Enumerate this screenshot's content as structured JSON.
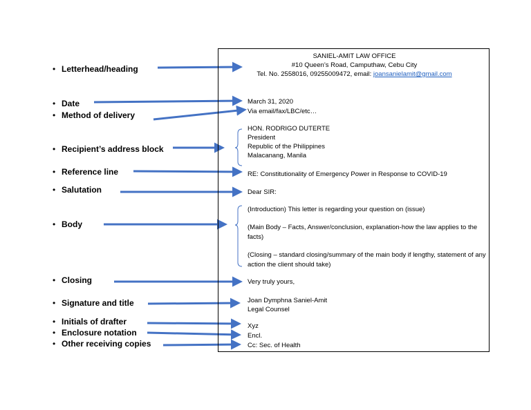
{
  "labels": [
    "Letterhead/heading",
    "Date",
    "Method of delivery",
    "Recipient’s address block",
    "Reference line",
    "Salutation",
    "Body",
    "Closing",
    "Signature and title",
    "Initials of drafter",
    "Enclosure notation",
    "Other receiving copies"
  ],
  "letter": {
    "office": "SANIEL-AMIT LAW OFFICE",
    "address": "#10 Queen’s Road, Camputhaw, Cebu City",
    "contact": "Tel. No. 2558016, 09255009472, email: ",
    "email": "joansanielamit@gmail.com",
    "date": "March 31, 2020",
    "delivery": "Via email/fax/LBC/etc…",
    "recipient_name": "HON. RODRIGO DUTERTE",
    "recipient_title": "President",
    "recipient_country": "Republic of the Philippines",
    "recipient_place": "Malacanang, Manila",
    "reference": "RE: Constitutionality of Emergency Power in Response to COVID-19",
    "salutation": "Dear SIR:",
    "body_intro": "(Introduction) This letter is regarding your question on (issue)",
    "body_main": "(Main Body – Facts, Answer/conclusion, explanation-how the law applies to the facts)",
    "body_closing": "(Closing – standard closing/summary of the main body if lengthy, statement of any action the client should take)",
    "closing": "Very truly yours,",
    "signer_name": "Joan Dymphna Saniel-Amit",
    "signer_title": "Legal Counsel",
    "initials": "Xyz",
    "enclosure": "Encl.",
    "cc": "Cc:  Sec. of Health"
  },
  "colors": {
    "arrow": "#4472c4",
    "link": "#1f5fbf",
    "border": "#000000"
  }
}
